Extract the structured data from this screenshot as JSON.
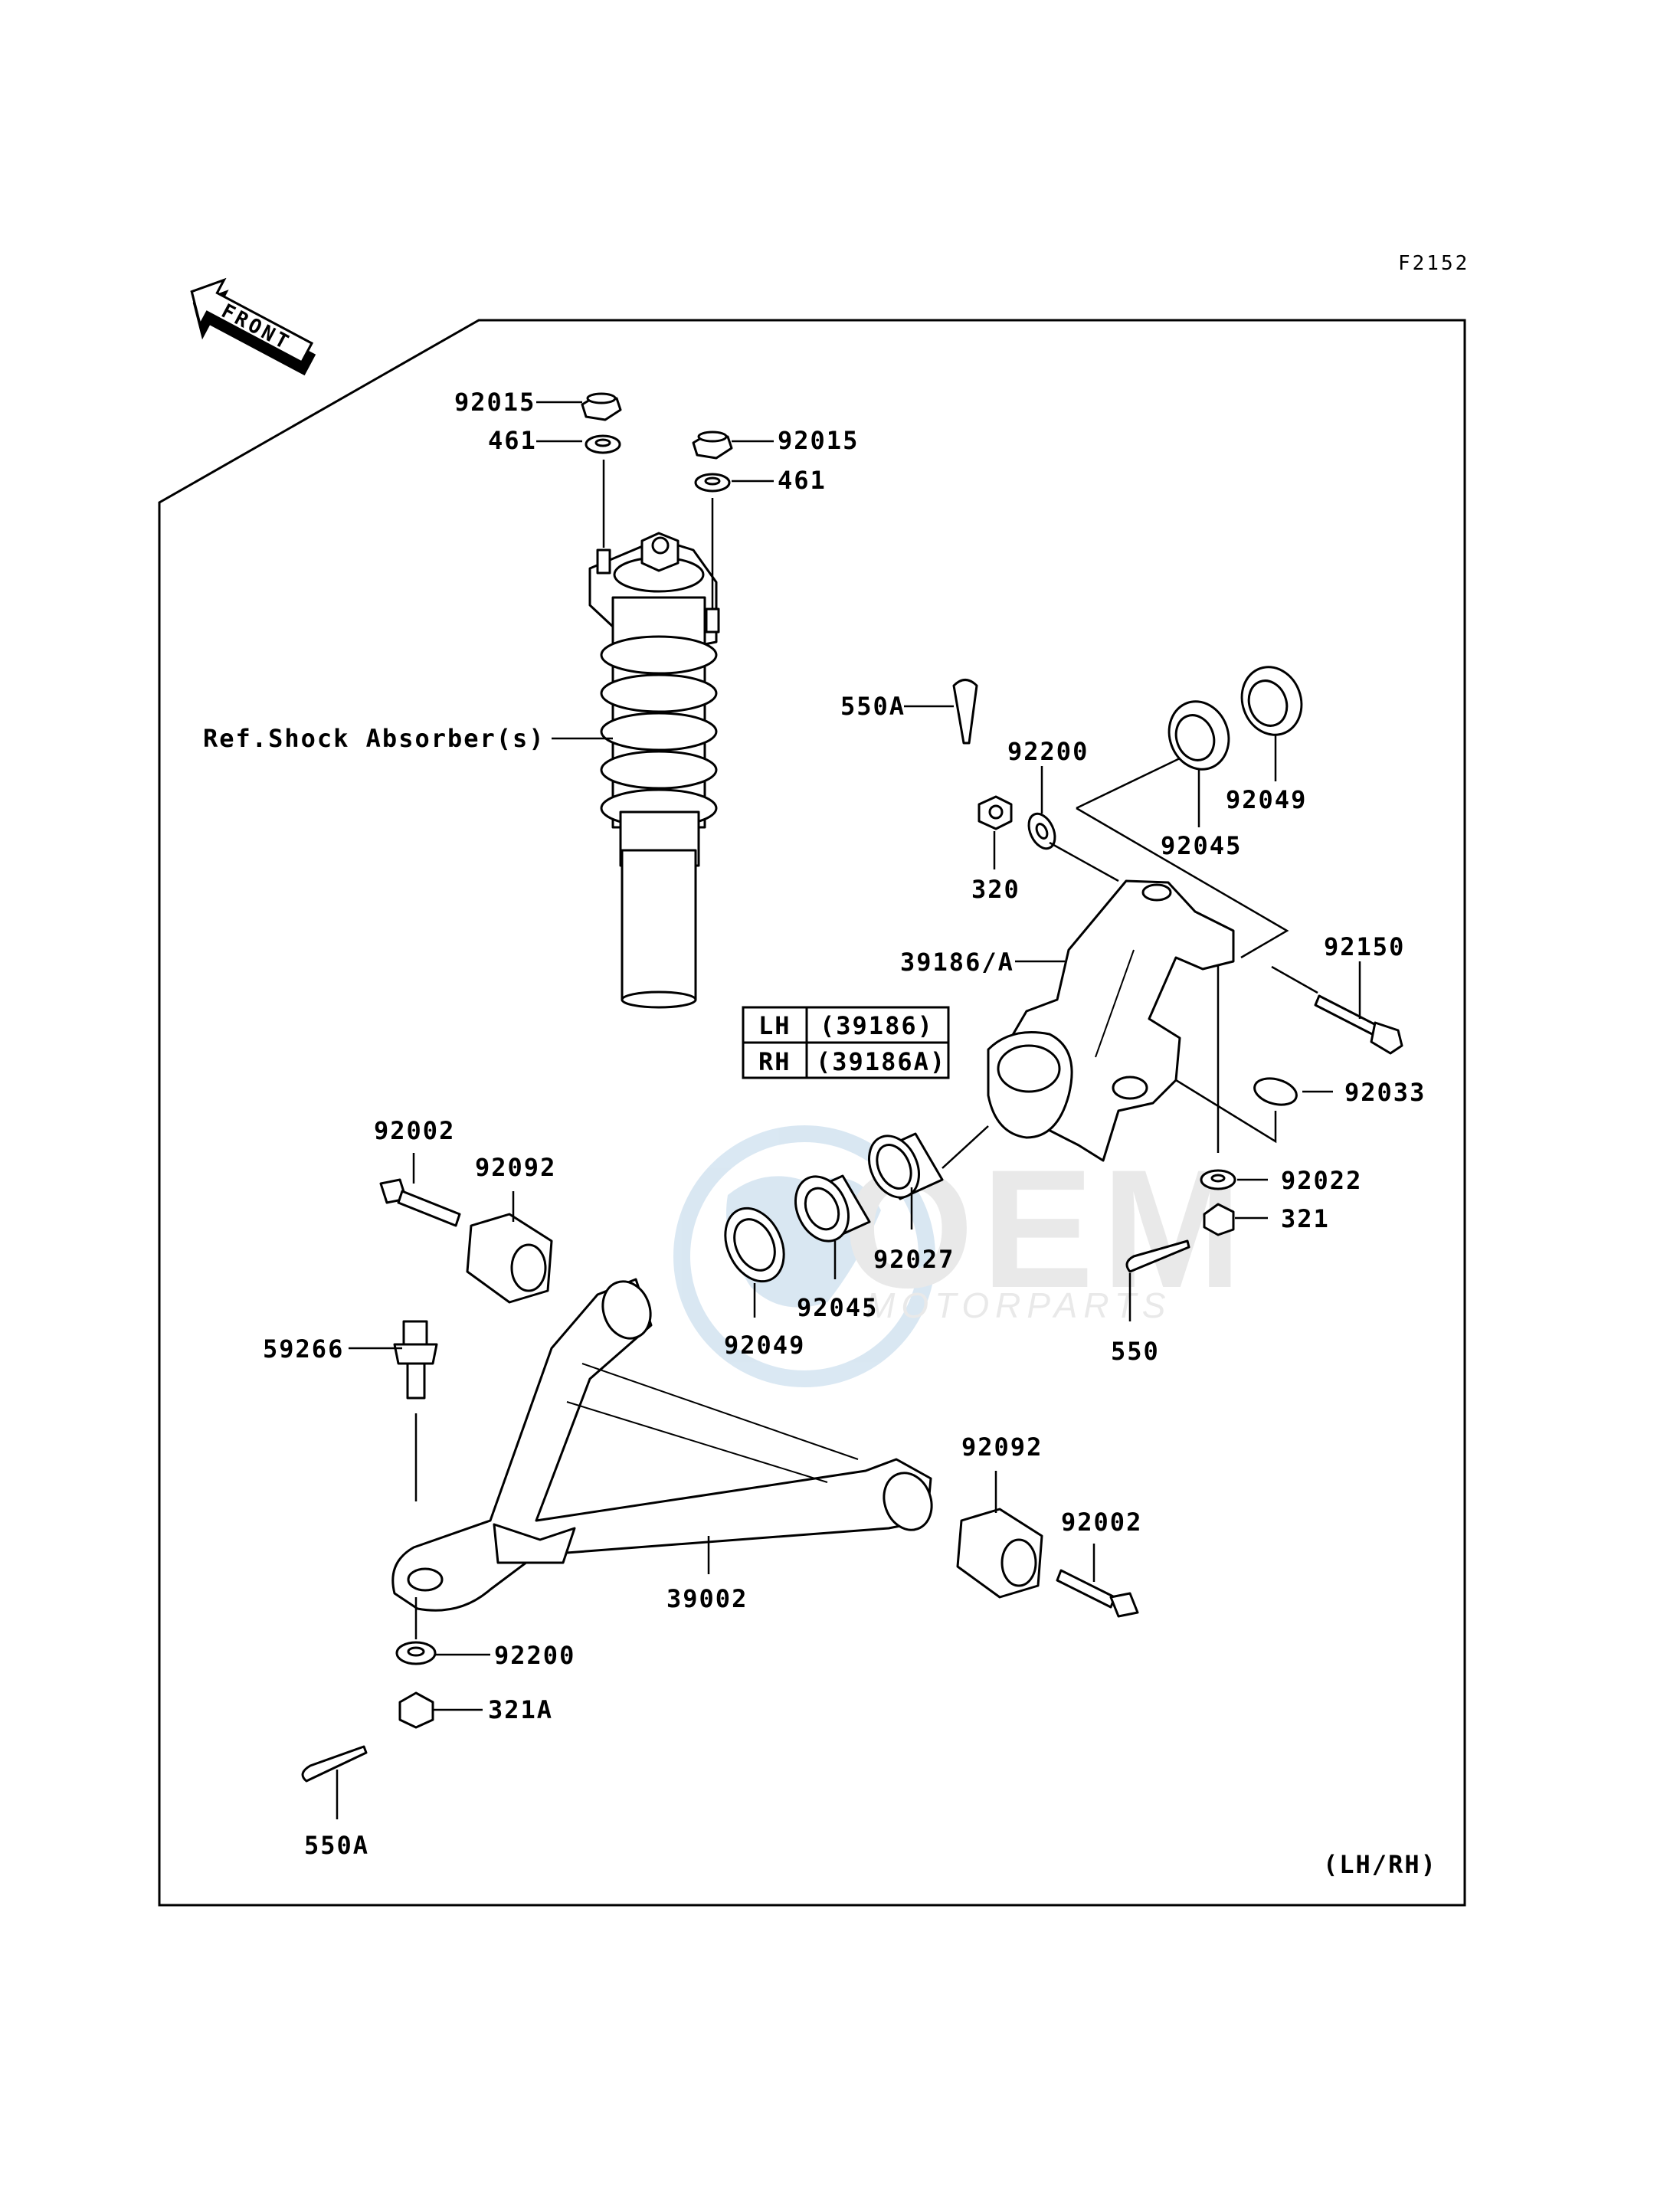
{
  "figure_code": "F2152",
  "front_label": "FRONT",
  "variant_label": "(LH/RH)",
  "watermark": {
    "brand": "OEM",
    "subtitle": "MOTORPARTS"
  },
  "side_table": [
    {
      "side": "LH",
      "part": "(39186)"
    },
    {
      "side": "RH",
      "part": "(39186A)"
    }
  ],
  "labels": {
    "nut_92015_left": "92015",
    "washer_461_left": "461",
    "nut_92015_right": "92015",
    "washer_461_right": "461",
    "ref_shock": "Ref.Shock Absorber(s)",
    "cotter_550A_top": "550A",
    "washer_92200_top": "92200",
    "nut_320": "320",
    "bearing_92045_top": "92045",
    "seal_92049_top": "92049",
    "knuckle_39186A": "39186/A",
    "bolt_92150": "92150",
    "circlip_92033": "92033",
    "washer_92022": "92022",
    "nut_321": "321",
    "cotter_550": "550",
    "collar_92027": "92027",
    "bearing_92045_mid": "92045",
    "seal_92049_mid": "92049",
    "bolt_92002_left": "92002",
    "bushing_92092_left": "92092",
    "balljoint_59266": "59266",
    "arm_39002": "39002",
    "bushing_92092_right": "92092",
    "bolt_92002_right": "92002",
    "washer_92200_bottom": "92200",
    "nut_321A": "321A",
    "cotter_550A_bottom": "550A"
  }
}
